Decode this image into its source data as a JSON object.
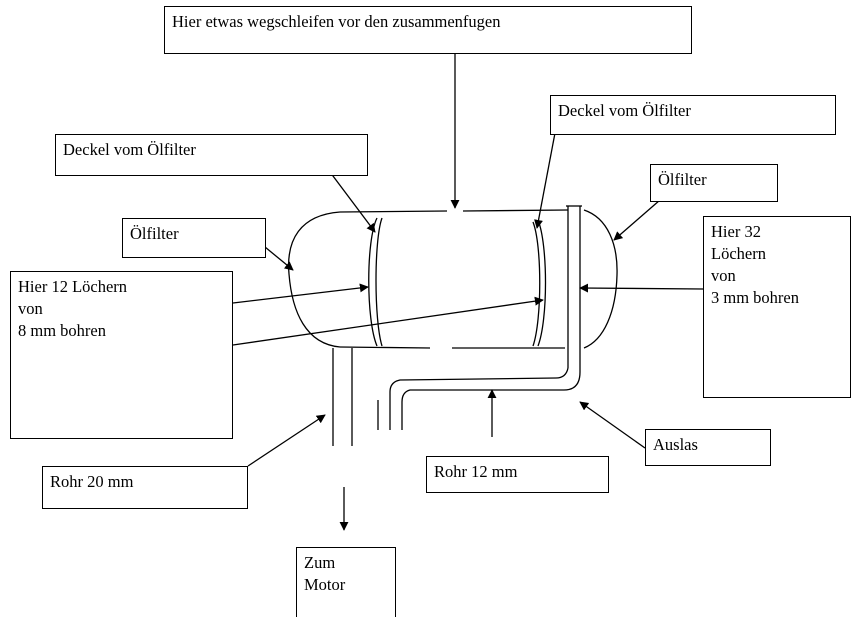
{
  "diagram": {
    "labels": {
      "top": "Hier etwas wegschleifen vor den zusammenfugen",
      "deckel_right": "Deckel vom Ölfilter",
      "deckel_left": "Deckel vom Ölfilter",
      "oelfilter_right": "Ölfilter",
      "oelfilter_left": "Ölfilter",
      "hier32": "Hier 32\nLöchern\nvon\n3 mm bohren",
      "hier12": "Hier 12 Löchern\nvon\n8 mm bohren",
      "auslas": "Auslas",
      "rohr12": "Rohr 12 mm",
      "rohr20": "Rohr 20 mm",
      "zum_motor": "Zum\nMotor"
    }
  }
}
